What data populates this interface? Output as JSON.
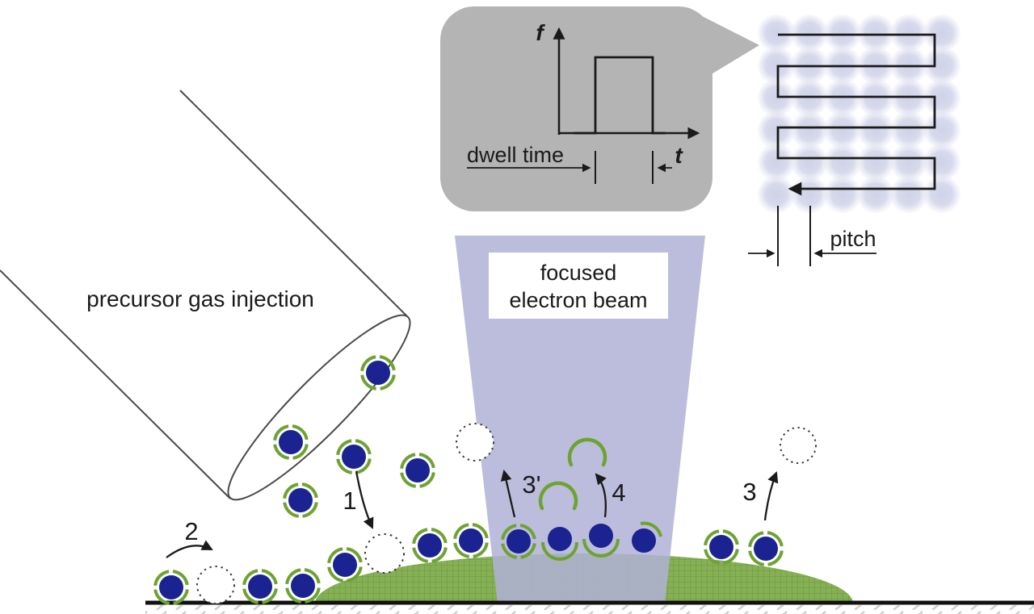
{
  "nozzle": {
    "label": "precursor gas injection"
  },
  "beam": {
    "line1": "focused",
    "line2": "electron beam"
  },
  "pulse_inset": {
    "y_label": "f",
    "x_label": "t",
    "dwell_label": "dwell time"
  },
  "raster_inset": {
    "pitch_label": "pitch"
  },
  "steps": {
    "adsorption": "1",
    "surface_diffusion": "2",
    "desorption": "3",
    "desorption_under_beam": "3'",
    "dissociation": "4"
  },
  "colors": {
    "molecule-core": "#1b2391",
    "ligand-ring": "#6da32f",
    "deposit": "#85b054",
    "deposit-grid": "#55812d",
    "beam": "#b0b2d6",
    "beam-spot": "#cdd0e7",
    "bubble": "#b4b4b4",
    "ink": "#1a1a1a"
  }
}
